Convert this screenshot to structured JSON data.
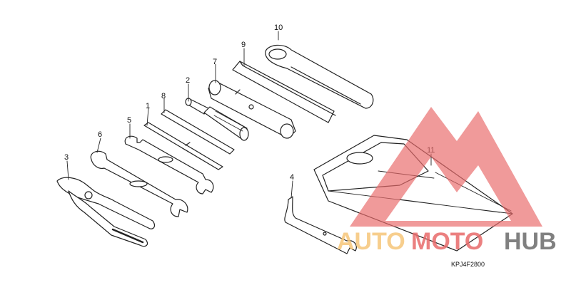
{
  "callouts": {
    "c1": "1",
    "c2": "2",
    "c3": "3",
    "c4": "4",
    "c5": "5",
    "c6": "6",
    "c7": "7",
    "c8": "8",
    "c9": "9",
    "c10": "10",
    "c11": "11"
  },
  "diagram_code": "KPJ4F2800",
  "watermark": {
    "part_auto": "AUTO",
    "part_moto": "MOTO",
    "part_hub": "HUB",
    "colors": {
      "light": "#f6c67a",
      "red": "#e86a6a",
      "gray": "#6a6a6a"
    }
  }
}
